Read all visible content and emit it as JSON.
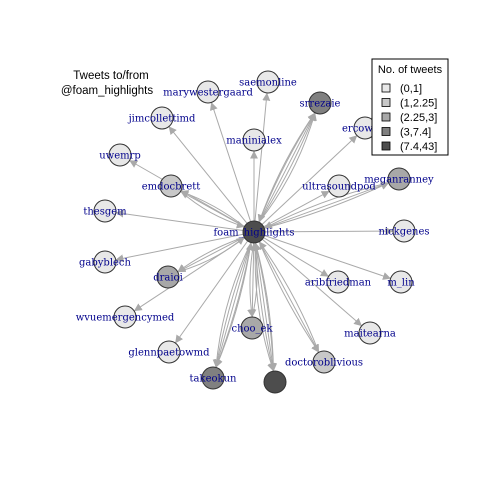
{
  "title": {
    "line1": "Tweets to/from",
    "line2": "@foam_highlights"
  },
  "legend": {
    "title": "No. of tweets",
    "items": [
      {
        "label": "(0,1]",
        "color": "#e8e8e8"
      },
      {
        "label": "(1,2.25]",
        "color": "#c8c8c8"
      },
      {
        "label": "(2.25,3]",
        "color": "#a8a8a8"
      },
      {
        "label": "(3,7.4]",
        "color": "#808080"
      },
      {
        "label": "(7.4,43]",
        "color": "#4d4d4d"
      }
    ]
  },
  "colors": {
    "edge": "#a9a9a9",
    "label": "#00008b",
    "node_stroke": "#333333"
  },
  "center": "foam_highlights",
  "nodes": [
    {
      "id": "foam_highlights",
      "label": "foam_highlights",
      "shade": 4
    },
    {
      "id": "marywestergaard",
      "label": "marywestergaard",
      "shade": 0
    },
    {
      "id": "saemonline",
      "label": "saemonline",
      "shade": 0
    },
    {
      "id": "srrezaie",
      "label": "srrezaie",
      "shade": 3
    },
    {
      "id": "ercowl",
      "label": "ercowl",
      "shade": 0
    },
    {
      "id": "jimcollettimd",
      "label": "jimcollettimd",
      "shade": 0
    },
    {
      "id": "maninialex",
      "label": "maninialex",
      "shade": 0
    },
    {
      "id": "uwemrp",
      "label": "uwemrp",
      "shade": 0
    },
    {
      "id": "emdocbrett",
      "label": "emdocbrett",
      "shade": 1
    },
    {
      "id": "ultrasoundpod",
      "label": "ultrasoundpod",
      "shade": 0
    },
    {
      "id": "meganranney",
      "label": "meganranney",
      "shade": 2
    },
    {
      "id": "thesgem",
      "label": "thesgem",
      "shade": 0
    },
    {
      "id": "nickgenes",
      "label": "nickgenes",
      "shade": 0
    },
    {
      "id": "gabyblech",
      "label": "gabyblech",
      "shade": 0
    },
    {
      "id": "draioi",
      "label": "draioi",
      "shade": 2
    },
    {
      "id": "aribfriedman",
      "label": "aribfriedman",
      "shade": 0
    },
    {
      "id": "m_lin",
      "label": "m_lin",
      "shade": 0
    },
    {
      "id": "wvuemergencymed",
      "label": "wvuemergencymed",
      "shade": 0
    },
    {
      "id": "choo_ek",
      "label": "choo_ek",
      "shade": 2
    },
    {
      "id": "maitearna",
      "label": "maitearna",
      "shade": 0
    },
    {
      "id": "glennpaetowmd",
      "label": "glennpaetowmd",
      "shade": 0
    },
    {
      "id": "doctoroblivious",
      "label": "doctoroblivious",
      "shade": 1
    },
    {
      "id": "takeokun",
      "label": "takeokun",
      "shade": 3
    },
    {
      "id": "unlabeled_dark",
      "label": "",
      "shade": 4
    }
  ]
}
